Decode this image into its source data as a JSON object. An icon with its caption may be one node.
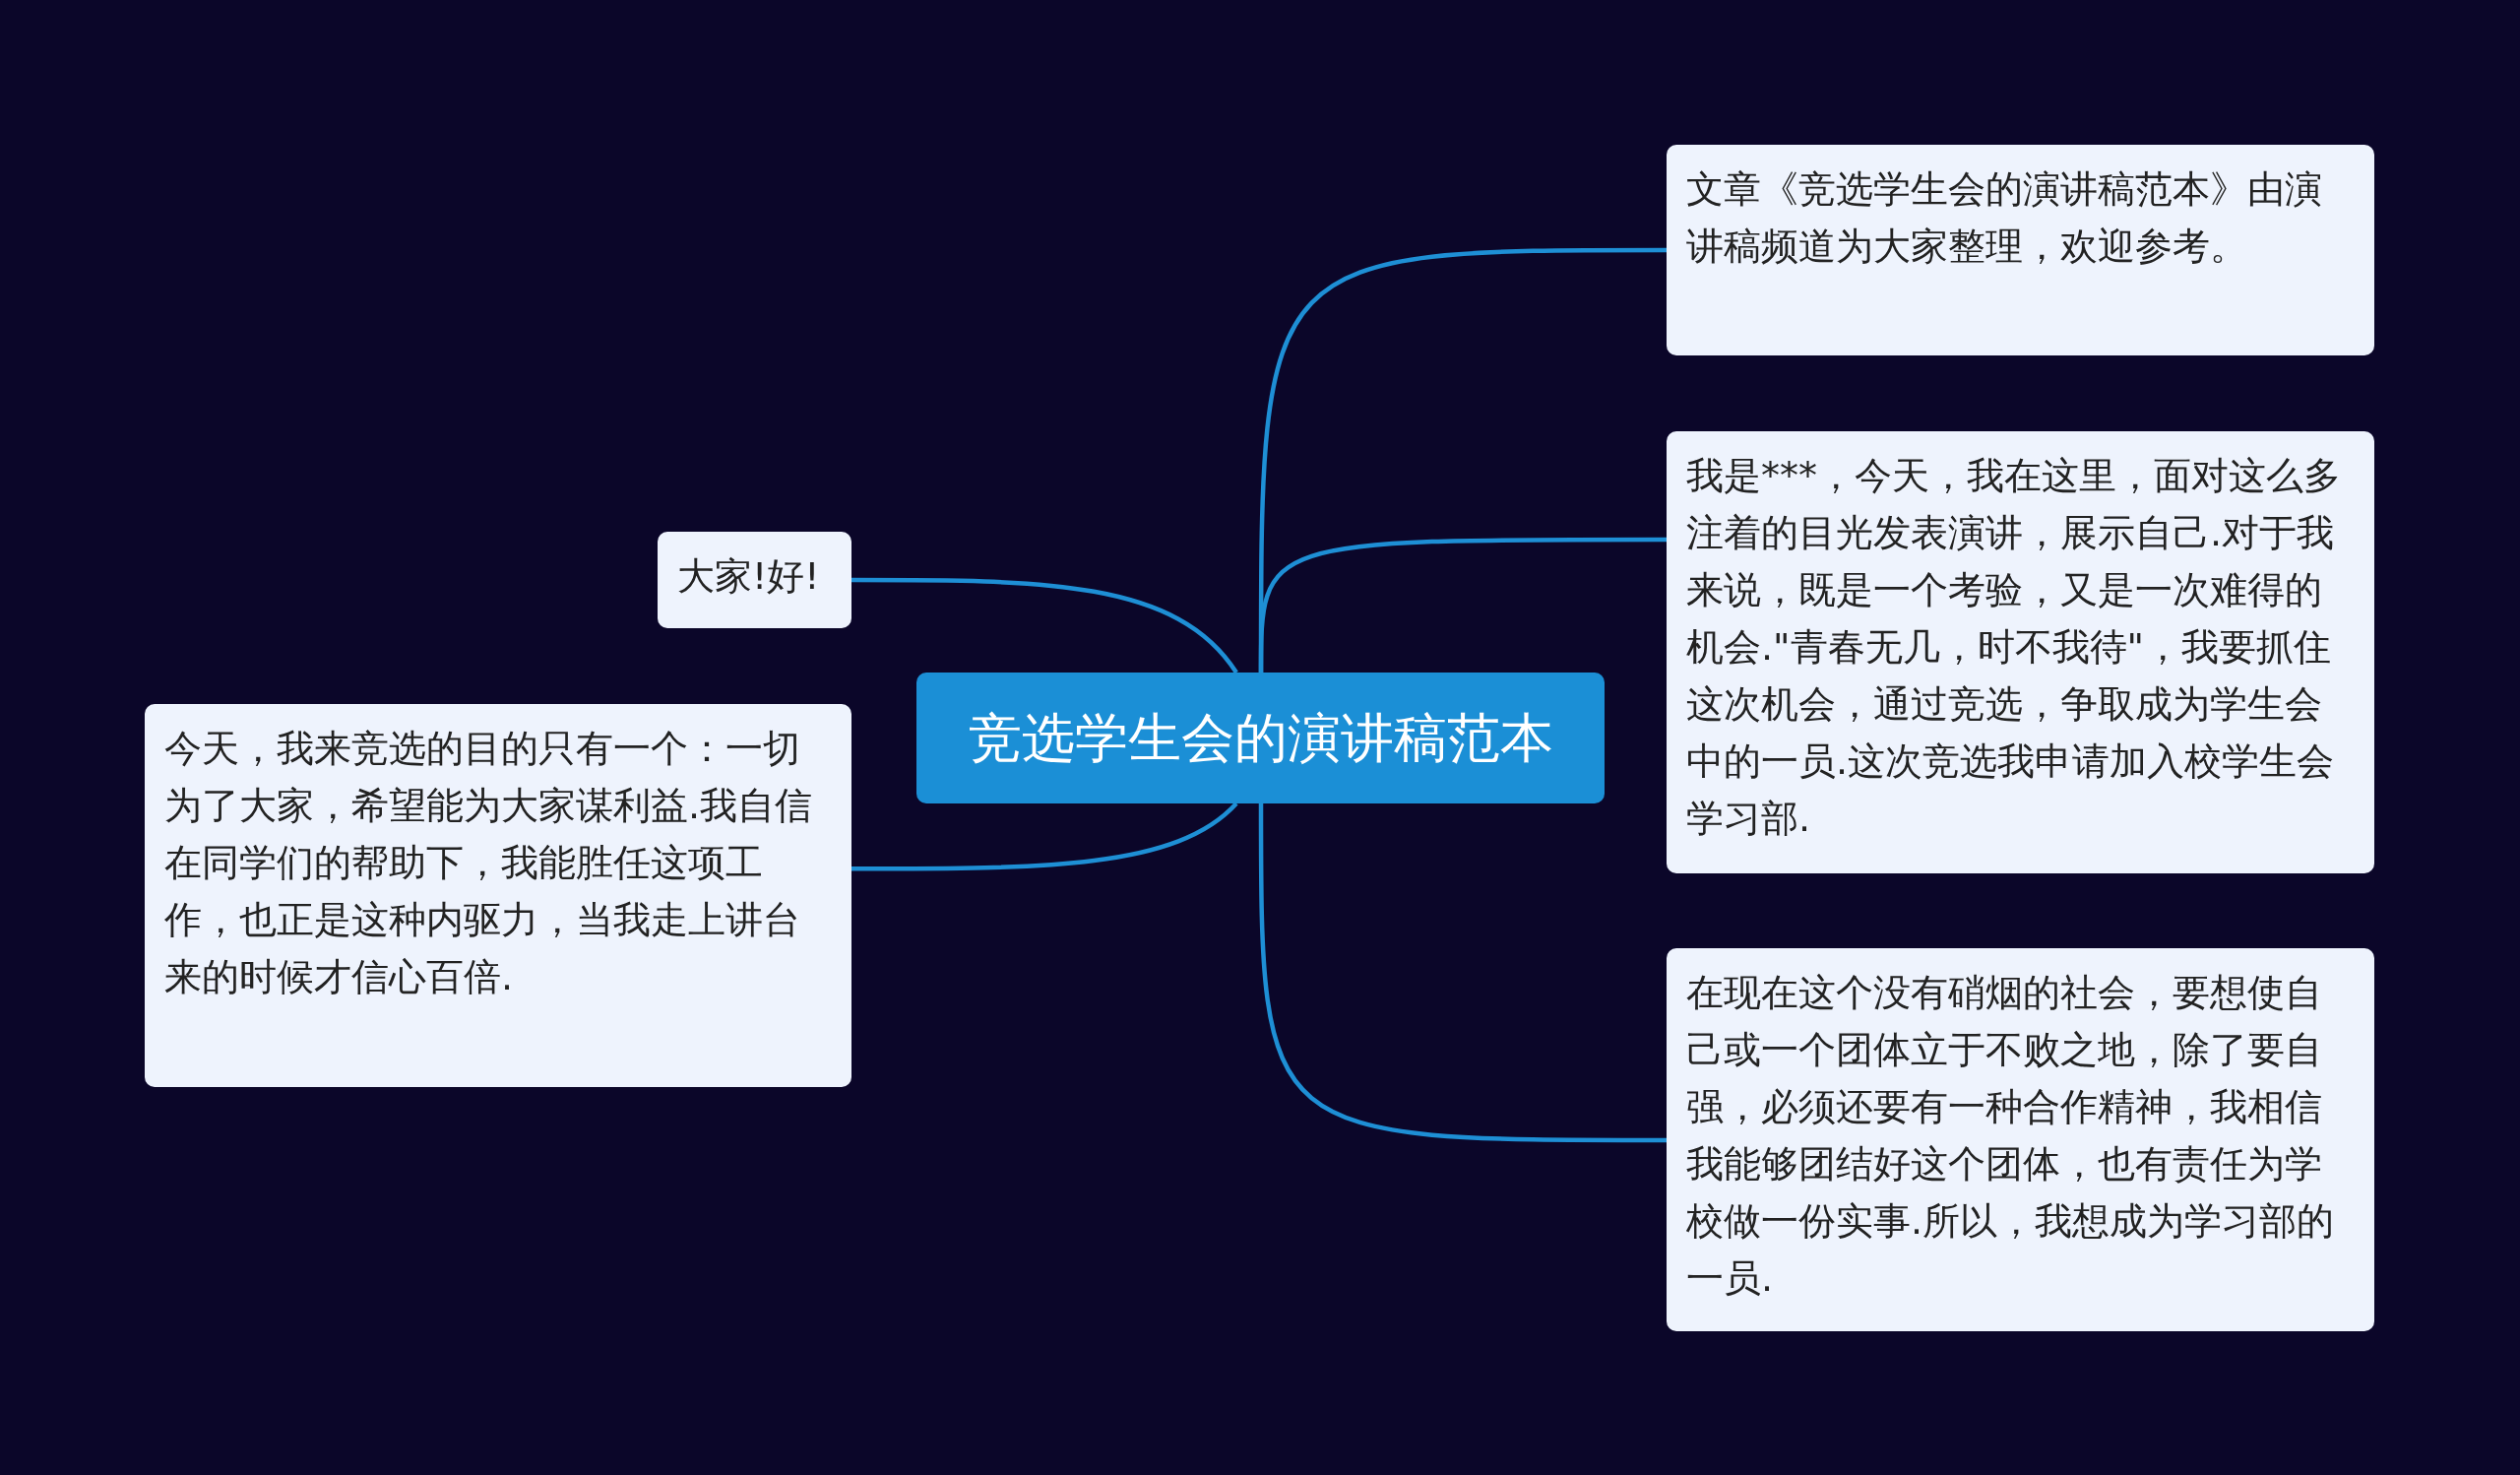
{
  "diagram": {
    "nodes": [
      {
        "text": [
          "竞选学生会的演讲稿范本"
        ]
      },
      {
        "text": [
          "大家!好!"
        ]
      },
      {
        "text": [
          "今天，我来竞选的目的只有一个：一切为了大家，希望能为大家谋利益.我自信在同学们的帮助下，我能胜任这项工作，也正是这种内驱力，当我走上讲台来的时候才信心百倍."
        ]
      },
      {
        "text": [
          "文章《竞选学生会的演讲稿范本》由演讲稿频道为大家整理，欢迎参考。"
        ]
      },
      {
        "text": [
          "我是***，今天，我在这里，面对这么多注着的目光发表演讲，展示自己.对于我来说，既是一个考验，又是一次难得的机会.\"青春无几，时不我待\"，我要抓住这次机会，通过竞选，争取成为学生会中的一员.这次竞选我申请加入校学生会学习部."
        ]
      },
      {
        "text": [
          "在现在这个没有硝烟的社会，要想使自己或一个团体立于不败之地，除了要自强，必须还要有一种合作精神，我相信我能够团结好这个团体，也有责任为学校做一份实事.所以，我想成为学习部的一员."
        ]
      }
    ],
    "edges": [
      {
        "from": 0,
        "to": 1,
        "arrow": "none"
      },
      {
        "from": 0,
        "to": 2,
        "arrow": "none"
      },
      {
        "from": 0,
        "to": 3,
        "arrow": "none"
      },
      {
        "from": 0,
        "to": 4,
        "arrow": "none"
      },
      {
        "from": 0,
        "to": 5,
        "arrow": "none"
      }
    ]
  }
}
